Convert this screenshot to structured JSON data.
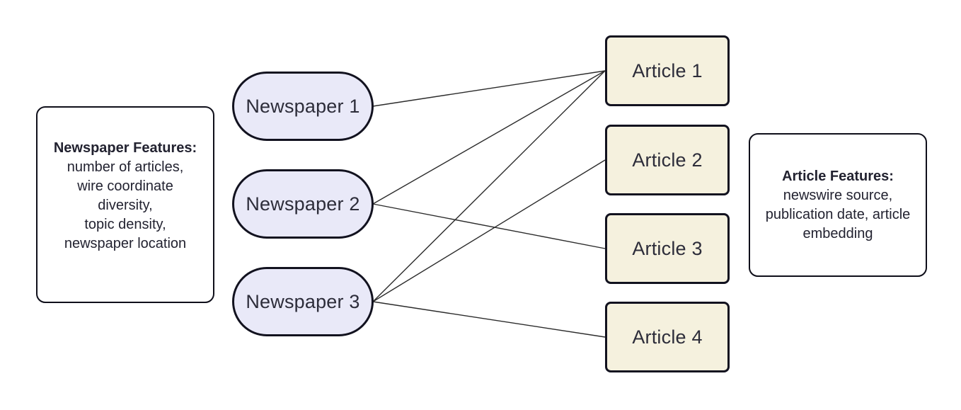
{
  "diagram": {
    "newspaper_features": {
      "title": "Newspaper Features:",
      "lines": [
        "number of articles,",
        "wire coordinate",
        "diversity,",
        "topic density,",
        "newspaper location"
      ]
    },
    "article_features": {
      "title": "Article Features:",
      "lines": [
        "newswire source,",
        "publication date, article",
        "embedding"
      ]
    },
    "newspapers": [
      {
        "id": "n1",
        "label": "Newspaper 1"
      },
      {
        "id": "n2",
        "label": "Newspaper 2"
      },
      {
        "id": "n3",
        "label": "Newspaper 3"
      }
    ],
    "articles": [
      {
        "id": "a1",
        "label": "Article 1"
      },
      {
        "id": "a2",
        "label": "Article 2"
      },
      {
        "id": "a3",
        "label": "Article 3"
      },
      {
        "id": "a4",
        "label": "Article 4"
      }
    ],
    "edges": [
      {
        "from": "n1",
        "to": "a1"
      },
      {
        "from": "n2",
        "to": "a1"
      },
      {
        "from": "n2",
        "to": "a3"
      },
      {
        "from": "n3",
        "to": "a1"
      },
      {
        "from": "n3",
        "to": "a2"
      },
      {
        "from": "n3",
        "to": "a4"
      }
    ],
    "colors": {
      "background": "#ffffff",
      "newspaper_fill": "#e9e9f8",
      "article_fill": "#f5f1de",
      "node_border": "#12121f",
      "edge_line": "#2b2b2b",
      "text": "#2d2d3a"
    }
  }
}
